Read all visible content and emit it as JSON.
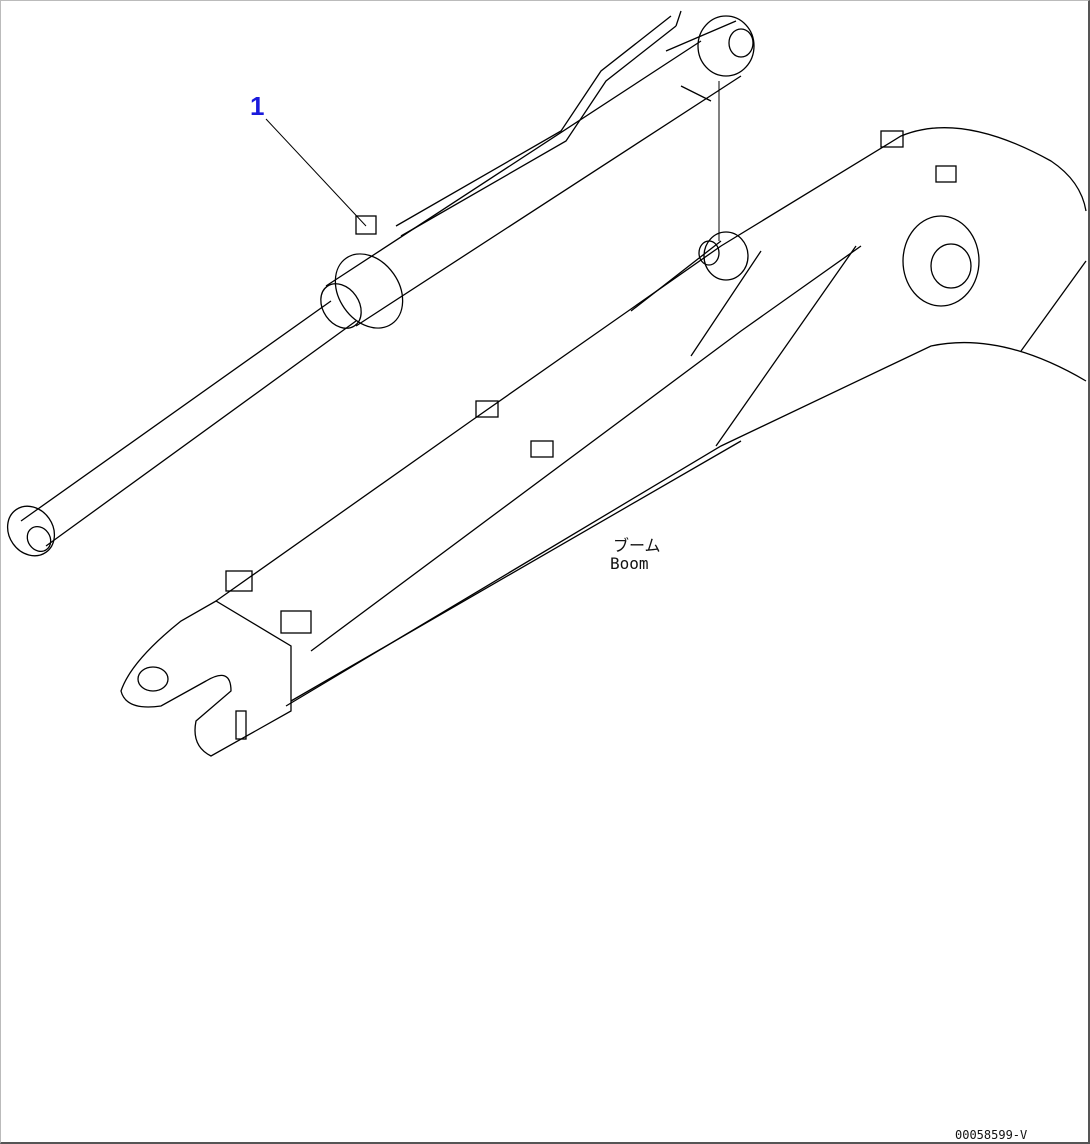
{
  "diagram": {
    "callouts": [
      {
        "number": "1",
        "color": "#1a1adc"
      }
    ],
    "part_label_jp": "ブーム",
    "part_label_en": "Boom",
    "drawing_id": "00058599-V"
  }
}
